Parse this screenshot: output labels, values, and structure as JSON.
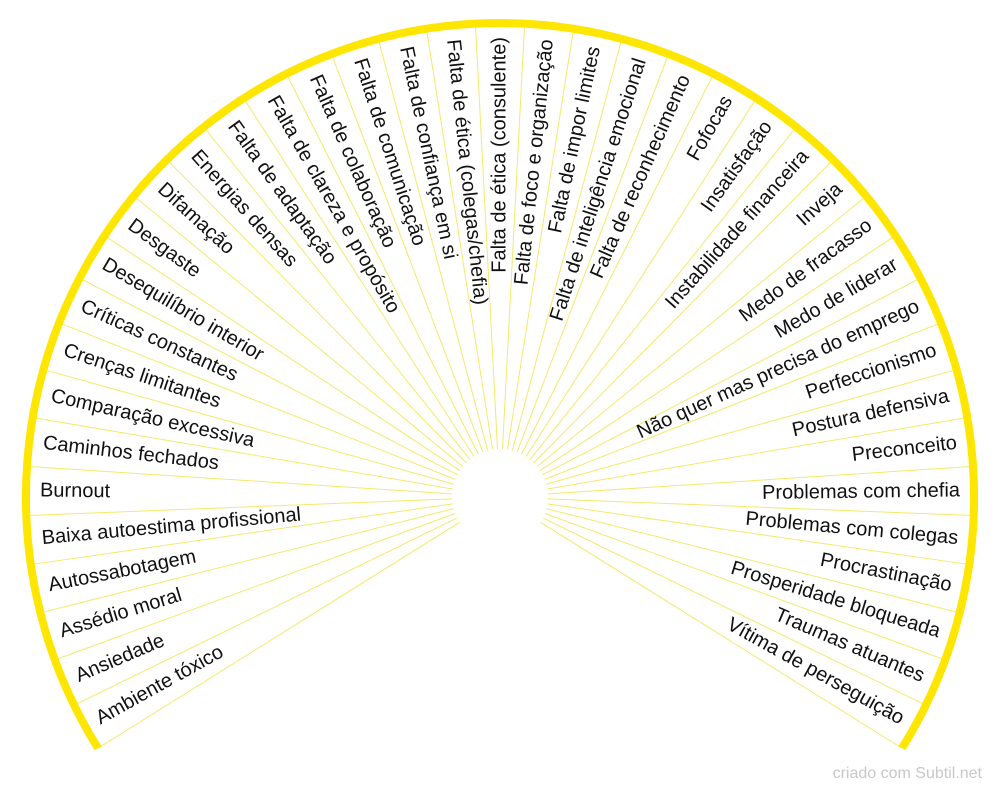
{
  "colors": {
    "arc": "#ffe600",
    "spoke": "#f4e96a",
    "text": "#111111",
    "credit": "#c8c8c8"
  },
  "labels": [
    "Burnout",
    "Caminhos fechados",
    "Comparação excessiva",
    "Crenças limitantes",
    "Críticas constantes",
    "Desequilíbrio interior",
    "Desgaste",
    "Difamação",
    "Energias densas",
    "Falta de adaptação",
    "Falta de clareza e propósito",
    "Falta de colaboração",
    "Falta de comunicação",
    "Falta de confiança em si",
    "Falta de ética (colegas/chefia)",
    "Falta de ética (consulente)",
    "Falta de foco e organização",
    "Falta de impor limites",
    "Falta de inteligência emocional",
    "Falta de reconhecimento",
    "Fofocas",
    "Insatisfação",
    "Instabilidade financeira",
    "Inveja",
    "Medo de fracasso",
    "Medo de liderar",
    "Não quer mas precisa do emprego",
    "Perfeccionismo",
    "Postura defensiva",
    "Preconceito",
    "Problemas com chefia",
    "Problemas com colegas",
    "Procrastinação",
    "Prosperidade bloqueada",
    "Traumas atuantes",
    "Vítima de perseguição"
  ],
  "lower_left_labels": [
    "Ambiente tóxico",
    "Ansiedade",
    "Assédio moral",
    "Autossabotagem",
    "Baixa autoestima profissional"
  ],
  "credit": "criado com Subtil.net"
}
